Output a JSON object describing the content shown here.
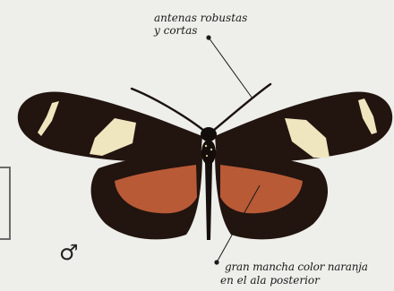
{
  "labels": {
    "antennae_line1": "antenas robustas",
    "antennae_line2": "y cortas",
    "patch_line1": "gran mancha color naranja",
    "patch_line2": "en el ala posterior"
  },
  "sex_symbol": "♂",
  "icons": {
    "sex_symbol": "male-symbol-icon"
  },
  "colors": {
    "background": "#eeeeea",
    "wing_dark": "#22140f",
    "forewing_band": "#efe6bf",
    "hindwing_patch": "#b85a36",
    "leader_line": "#1a1a1a"
  }
}
